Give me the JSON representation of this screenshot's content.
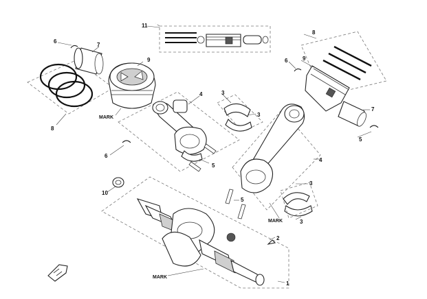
{
  "callouts": {
    "c11": "11",
    "c6_left": "6",
    "c7_left": "7",
    "c9_left": "9",
    "c8_left": "8",
    "c4_left": "4",
    "c3_top_a": "3",
    "c3_top_b": "3",
    "c6_mid": "6",
    "c5_left": "5",
    "c8_right": "8",
    "c9_right": "9",
    "c6_right_top": "6",
    "c7_right": "7",
    "c5_right_edge": "5",
    "c4_right": "4",
    "c3_right_a": "3",
    "c3_right_b": "3",
    "c5_right_mid": "5",
    "c10": "10",
    "c2": "2",
    "c1": "1"
  },
  "marks": {
    "mark_piston": "MARK",
    "mark_rod": "MARK",
    "mark_crank": "MARK"
  },
  "colors": {
    "line": "#222222",
    "dashed_box": "#777777",
    "background": "#ffffff"
  },
  "icons": {
    "orientation": "front-arrow-icon"
  }
}
